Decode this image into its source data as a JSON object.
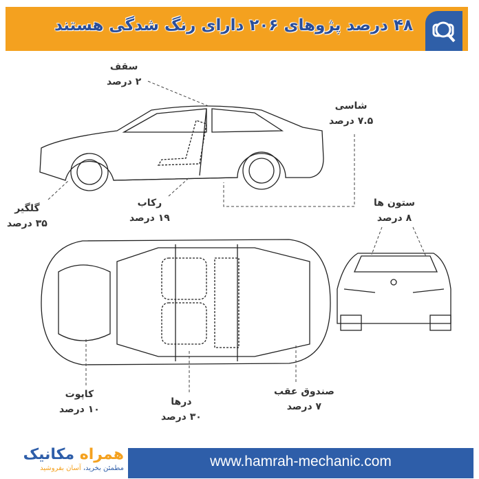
{
  "header": {
    "title": "۴۸ درصد پژوهای ۲۰۶ دارای رنگ شدگی هستند",
    "icon": "car-search-icon"
  },
  "labels": {
    "roof": {
      "name": "سقف",
      "value": "۲ درصد"
    },
    "chassis": {
      "name": "شاسی",
      "value": "۷.۵ درصد"
    },
    "fender": {
      "name": "گلگیر",
      "value": "۳۵ درصد"
    },
    "sill": {
      "name": "رکاب",
      "value": "۱۹ درصد"
    },
    "pillars": {
      "name": "ستون ها",
      "value": "۸ درصد"
    },
    "hood": {
      "name": "کاپوت",
      "value": "۱۰ درصد"
    },
    "doors": {
      "name": "درها",
      "value": "۳۰ درصد"
    },
    "trunk": {
      "name": "صندوق عقب",
      "value": "۷ درصد"
    }
  },
  "footer": {
    "url": "www.hamrah-mechanic.com",
    "logo_part1": "همراه",
    "logo_part2": "مکانیک",
    "tagline_part1": "مطمئن بخرید،",
    "tagline_part2": "آسان بفروشید"
  },
  "colors": {
    "orange": "#F4A11F",
    "blue": "#2E5EA9"
  }
}
